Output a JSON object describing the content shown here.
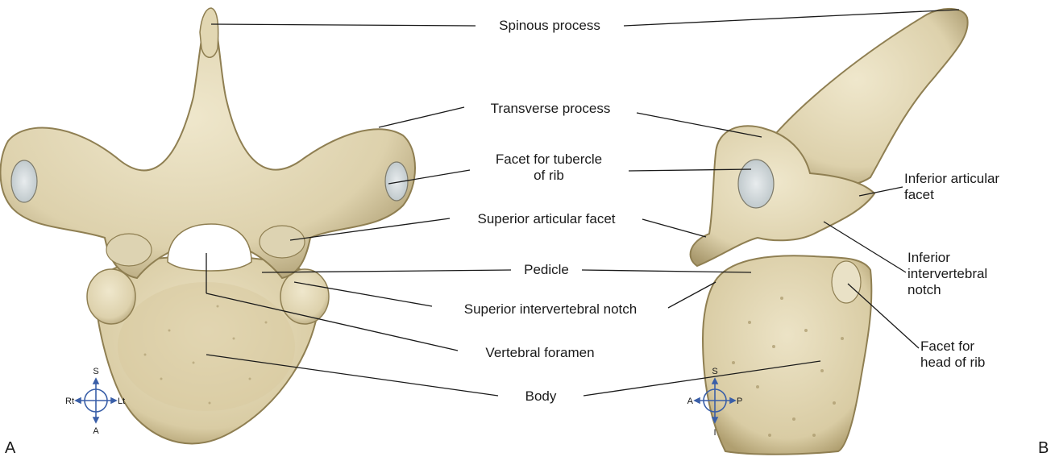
{
  "panels": {
    "left": "A",
    "right": "B"
  },
  "labels": {
    "spinous_process": "Spinous process",
    "transverse_process": "Transverse process",
    "facet_tubercle_line1": "Facet for tubercle",
    "facet_tubercle_line2": "of rib",
    "superior_articular_facet": "Superior articular facet",
    "pedicle": "Pedicle",
    "superior_intervertebral_notch": "Superior intervertebral notch",
    "vertebral_foramen": "Vertebral foramen",
    "body": "Body",
    "inferior_articular_line1": "Inferior articular",
    "inferior_articular_line2": "facet",
    "inferior_notch_line1": "Inferior",
    "inferior_notch_line2": "intervertebral",
    "inferior_notch_line3": "notch",
    "facet_head_line1": "Facet for",
    "facet_head_line2": "head of rib"
  },
  "compass_a": {
    "top": "S",
    "bottom": "A",
    "left": "Rt",
    "right": "Lt"
  },
  "compass_b": {
    "top": "S",
    "bottom": "I",
    "left": "A",
    "right": "P"
  },
  "colors": {
    "bone": "#e6dcbc",
    "bone_shadow": "#b8a97e",
    "facet": "#d9e0e3",
    "compass": "#3a5fa8",
    "leader": "#1a1a1a"
  }
}
